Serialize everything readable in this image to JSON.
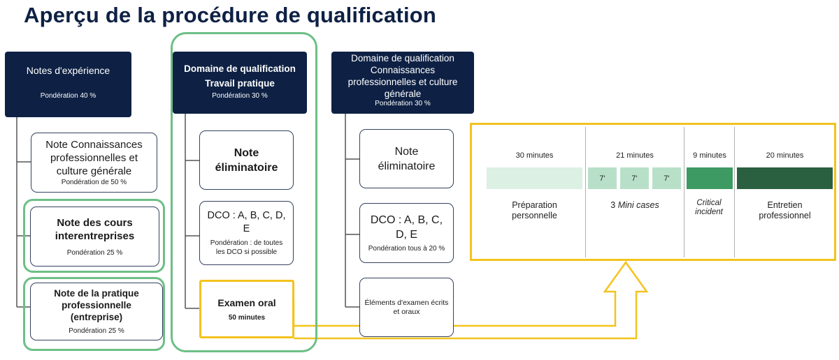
{
  "title": "Aperçu de la procédure de qualification",
  "col1": {
    "header": {
      "title": "Notes d'expérience",
      "weight": "Pondération 40 %"
    },
    "card1": {
      "line1": "Note Connaissances",
      "line2": "professionnelles et",
      "line3": "culture générale",
      "weight": "Pondération de 50 %"
    },
    "card2": {
      "line1": "Note des cours",
      "line2": "interentreprises",
      "weight": "Pondération 25 %"
    },
    "card3": {
      "line1": "Note de la pratique",
      "line2": "professionnelle",
      "line3": "(entreprise)",
      "weight": "Pondération 25 %"
    }
  },
  "col2": {
    "header": {
      "line1": "Domaine de qualification",
      "line2": "Travail pratique",
      "weight": "Pondération 30 %"
    },
    "card1": {
      "line1": "Note",
      "line2": "éliminatoire"
    },
    "card2": {
      "line1": "DCO : A, B, C, D,",
      "line2": "E",
      "weight1": "Pondération : de toutes",
      "weight2": "les DCO si possible"
    },
    "card3": {
      "line1": "Examen oral",
      "duration": "50 minutes"
    }
  },
  "col3": {
    "header": {
      "line1": "Domaine de qualification",
      "line2": "Connaissances",
      "line3": "professionnelles et culture",
      "line4": "générale",
      "weight": "Pondération 30 %"
    },
    "card1": {
      "line1": "Note",
      "line2": "éliminatoire"
    },
    "card2": {
      "line1": "DCO : A, B, C,",
      "line2": "D, E",
      "weight": "Pondération tous à 20 %"
    },
    "card3": {
      "line1": "Éléments d'examen écrits",
      "line2": "et oraux"
    }
  },
  "oral_exam": {
    "segments": [
      {
        "duration": "30 minutes",
        "line1": "Préparation",
        "line2": "personnelle",
        "color": "#dcf0e3"
      },
      {
        "duration": "21 minutes",
        "line1": "3 ",
        "line1_italic": "Mini cases",
        "color": "#b8e0c8",
        "boxes": [
          "7'",
          "7'",
          "7'"
        ]
      },
      {
        "duration": "9 minutes",
        "line1": "Critical",
        "line2": "incident",
        "color": "#3e9a63"
      },
      {
        "duration": "20 minutes",
        "line1": "Entretien",
        "line2": "professionnel",
        "color": "#2a6040"
      }
    ]
  },
  "colors": {
    "navy": "#0e2144",
    "green_outline": "#6dbf86",
    "yellow_outline": "#f3c31e"
  }
}
